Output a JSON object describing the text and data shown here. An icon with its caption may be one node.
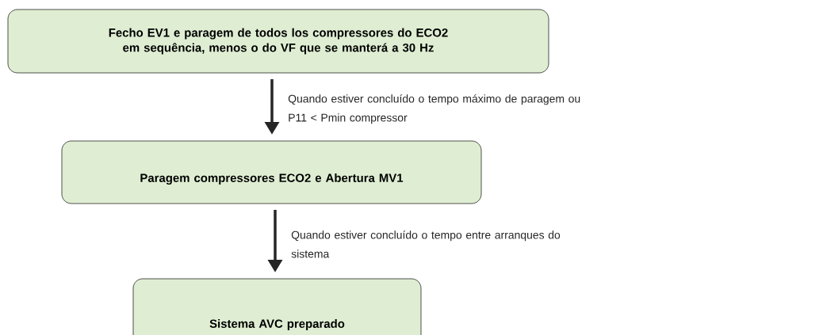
{
  "diagram": {
    "nodes": [
      {
        "text": [
          "Fecho EV1 e paragem de todos los compressores do ECO2 em sequência, menos o do VF que se manterá a 30 Hz"
        ]
      },
      {
        "text": [
          "Paragem compressores ECO2 e Abertura MV1"
        ]
      },
      {
        "text": [
          "Sistema AVC preparado"
        ]
      }
    ],
    "edges": [
      {
        "from": 0,
        "to": 1,
        "arrow": "to",
        "label": "Quando estiver concluído o tempo máximo de paragem ou P11 < Pmin compressor"
      },
      {
        "from": 1,
        "to": 2,
        "arrow": "to",
        "label": "Quando estiver concluído o tempo entre arranques do sistema"
      }
    ]
  }
}
